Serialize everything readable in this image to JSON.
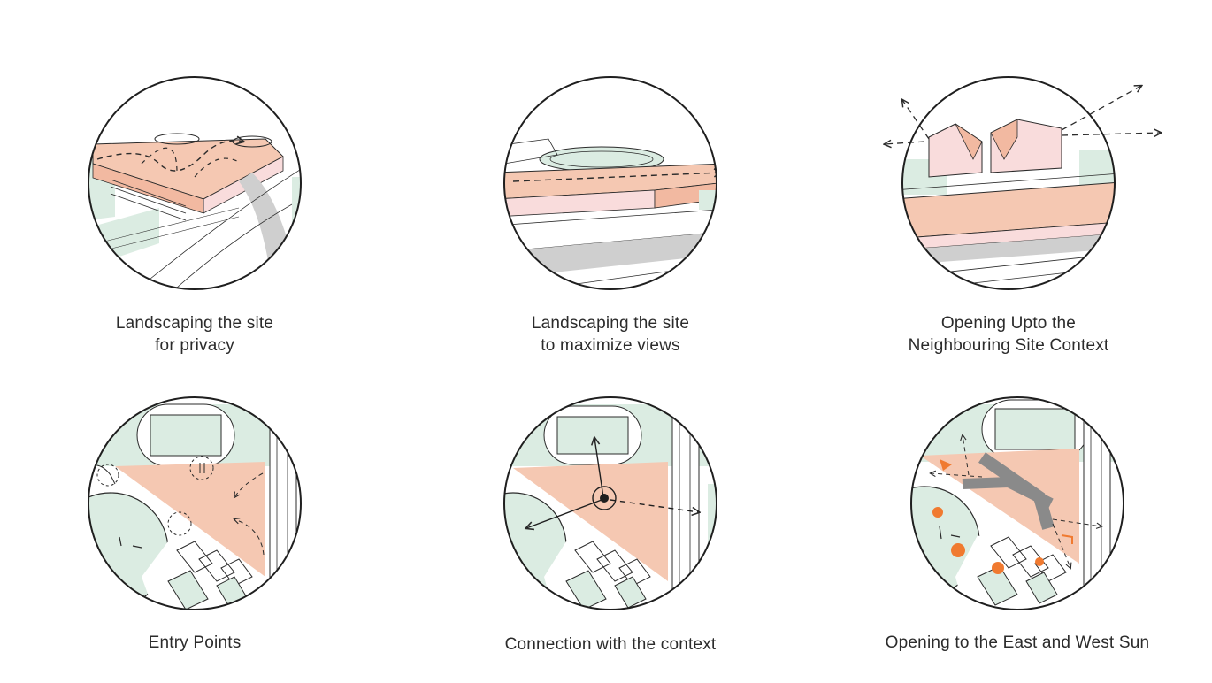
{
  "diagrams": [
    {
      "id": "privacy",
      "caption_lines": [
        "Landscaping the site",
        "for privacy"
      ]
    },
    {
      "id": "views",
      "caption_lines": [
        "Landscaping the site",
        "to maximize views"
      ]
    },
    {
      "id": "context",
      "caption_lines": [
        "Opening Upto the",
        "Neighbouring Site Context"
      ]
    },
    {
      "id": "entry",
      "caption_lines": [
        "Entry Points"
      ]
    },
    {
      "id": "connection",
      "caption_lines": [
        "Connection with the context"
      ]
    },
    {
      "id": "sun",
      "caption_lines": [
        "Opening to the East and West Sun"
      ]
    }
  ],
  "colors": {
    "site_fill": "#f5c8b2",
    "site_fill_light": "#f9dcdc",
    "green_fill": "#dbece2",
    "road_gray": "#cfcfcf",
    "line": "#2b2b2b",
    "accent_orange": "#f07a30",
    "dark_gray": "#8a8a8a"
  }
}
